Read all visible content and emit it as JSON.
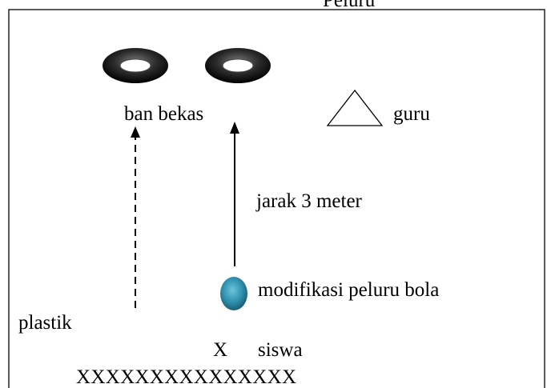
{
  "diagram": {
    "header_cut": "Peluru",
    "tire_label": "ban bekas",
    "teacher_label": "guru",
    "distance_label": "jarak 3 meter",
    "ball_label": "modifikasi peluru bola",
    "plastic_label": "plastik",
    "student_marker": "X",
    "student_label": "siswa",
    "student_row": "XXXXXXXXXXXXXXX"
  },
  "colors": {
    "tire": "#1a1a1a",
    "ball": "#2f90ad",
    "line": "#000000"
  }
}
